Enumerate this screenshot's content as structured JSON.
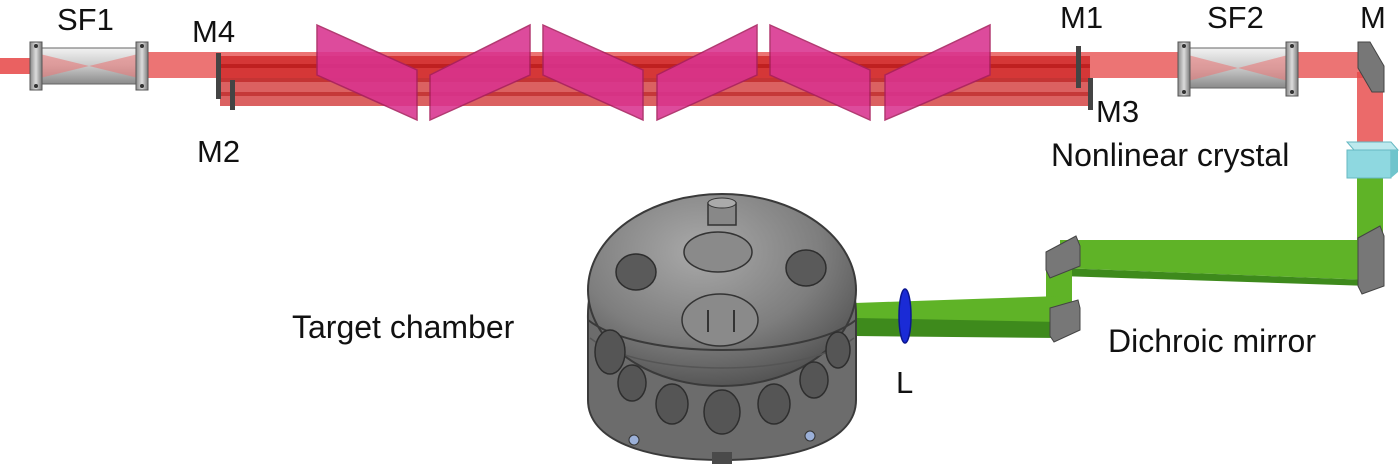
{
  "labels": {
    "sf1": "SF1",
    "sf2": "SF2",
    "m1": "M1",
    "m2": "M2",
    "m3": "M3",
    "m4": "M4",
    "m": "M",
    "nonlinear_crystal": "Nonlinear crystal",
    "dichroic_mirror": "Dichroic mirror",
    "target_chamber": "Target chamber",
    "lens": "L"
  },
  "colors": {
    "red_beam": "#e64545",
    "red_beam_dark": "#cc1e1e",
    "green_beam": "#5fb327",
    "green_beam_dark": "#3e8a1c",
    "slab": "#d9338f",
    "slab_edge": "#a8205f",
    "crystal": "#8ed8e0",
    "lens": "#1a2bd6",
    "mirror": "#777777",
    "chamber": "#7d7d7d"
  }
}
